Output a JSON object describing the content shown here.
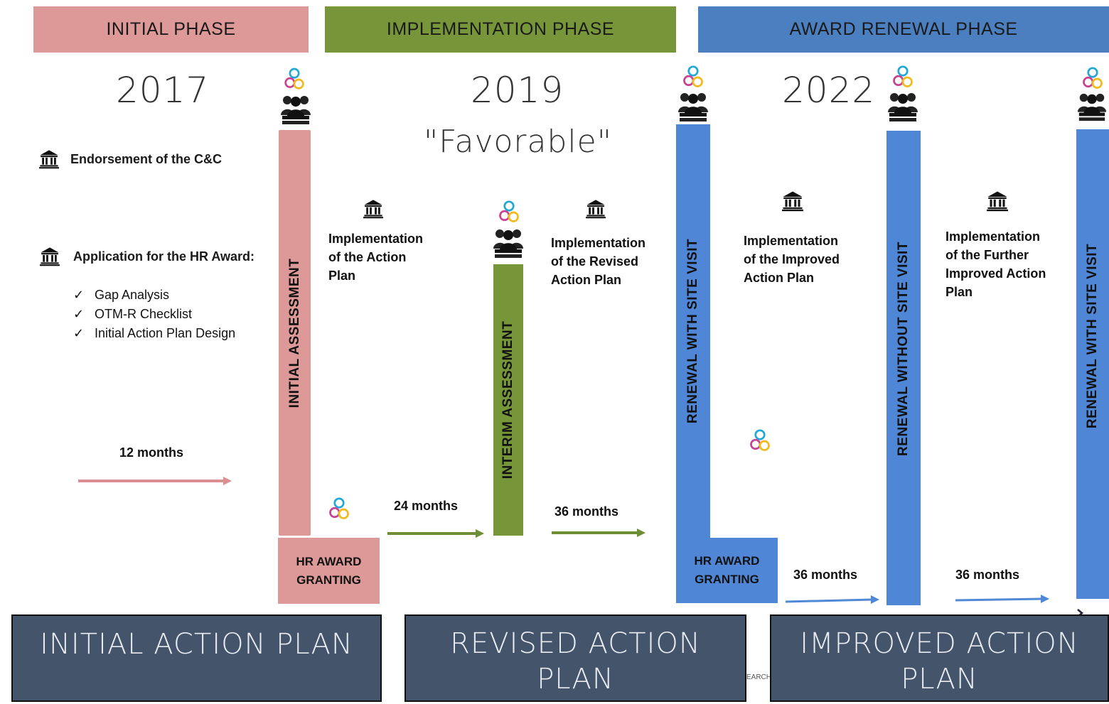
{
  "phases": {
    "initial": "INITIAL PHASE",
    "implementation": "IMPLEMENTATION PHASE",
    "renewal": "AWARD RENEWAL PHASE"
  },
  "years": {
    "y2017": "2017",
    "y2019": "2019",
    "y2022": "2022"
  },
  "favorable": "\"Favorable\"",
  "left_panel": {
    "endorsement": "Endorsement of the C&C",
    "application": "Application for the HR Award:",
    "checklist": [
      "Gap Analysis",
      "OTM-R Checklist",
      "Initial Action Plan Design"
    ],
    "tick": "✓"
  },
  "bars": {
    "initial_assessment": "INITIAL ASSESSMENT",
    "interim_assessment": "INTERIM ASSESSMENT",
    "renewal_site_visit_1": "RENEWAL WITH SITE VISIT",
    "renewal_without_site_visit": "RENEWAL WITHOUT SITE VISIT",
    "renewal_site_visit_2": "RENEWAL WITH SITE VISIT"
  },
  "implementation": {
    "action_plan": [
      "Implementation",
      "of the Action",
      "Plan"
    ],
    "revised": [
      "Implementation",
      "of the Revised",
      "Action Plan"
    ],
    "improved": [
      "Implementation",
      "of the Improved",
      "Action Plan"
    ],
    "further": [
      "Implementation",
      "of the Further",
      "Improved Action",
      "Plan"
    ]
  },
  "durations": {
    "m12": "12 months",
    "m24": "24 months",
    "m36a": "36 months",
    "m36b": "36 months",
    "m36c": "36 months"
  },
  "granting": {
    "first": [
      "HR AWARD",
      "GRANTING"
    ],
    "second": [
      "HR AWARD",
      "GRANTING"
    ]
  },
  "plans": {
    "initial": "INITIAL ACTION PLAN",
    "revised": [
      "REVISED ACTION",
      "PLAN"
    ],
    "improved": [
      "IMPROVED ACTION",
      "PLAN"
    ]
  },
  "stray_text": "EARCH",
  "colors": {
    "initial": "#dc9998",
    "implementation": "#779539",
    "renewal": "#4f86d6",
    "renewal_header": "#4c7fc0",
    "plan_box": "#43546b",
    "arrow_pink": "#dc8f92",
    "arrow_green": "#6e8e35",
    "arrow_blue": "#4f88d6"
  },
  "icons": {
    "institution": "bank-building-icon",
    "hr_logo": "hr-award-logo-icon",
    "assessors": "assessors-panel-icon"
  }
}
